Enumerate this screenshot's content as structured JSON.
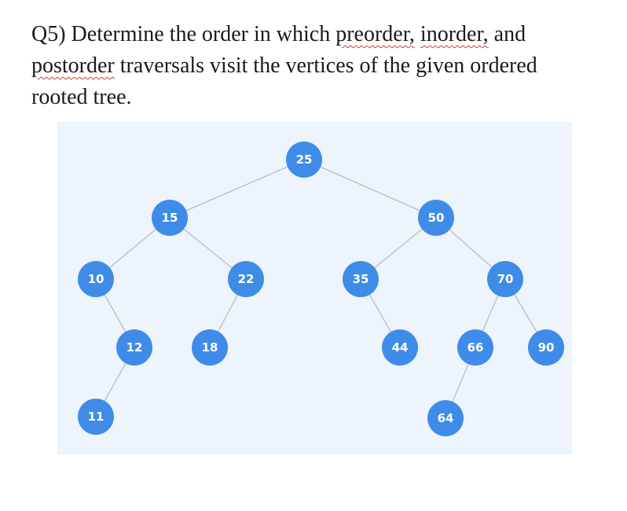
{
  "question": {
    "line1_before": "Q5) Determine the order in which ",
    "word_preorder": "preorder,",
    "line1_between": " ",
    "word_inorder": "inorder,",
    "line1_after": " and",
    "word_postorder": "postorder",
    "line2_after": " traversals visit the vertices of the given ordered",
    "line3": "rooted tree."
  },
  "tree": {
    "node_color": "#3f8ce8",
    "edge_color": "#b8bdc4",
    "background_color": "#eef4fb",
    "nodes": [
      {
        "id": "n25",
        "label": "25"
      },
      {
        "id": "n15",
        "label": "15"
      },
      {
        "id": "n50",
        "label": "50"
      },
      {
        "id": "n10",
        "label": "10"
      },
      {
        "id": "n22",
        "label": "22"
      },
      {
        "id": "n35",
        "label": "35"
      },
      {
        "id": "n70",
        "label": "70"
      },
      {
        "id": "n12",
        "label": "12"
      },
      {
        "id": "n18",
        "label": "18"
      },
      {
        "id": "n44",
        "label": "44"
      },
      {
        "id": "n66",
        "label": "66"
      },
      {
        "id": "n90",
        "label": "90"
      },
      {
        "id": "n11",
        "label": "11"
      },
      {
        "id": "n64",
        "label": "64"
      }
    ],
    "edges": [
      [
        "25",
        "15"
      ],
      [
        "25",
        "50"
      ],
      [
        "15",
        "10"
      ],
      [
        "15",
        "22"
      ],
      [
        "50",
        "35"
      ],
      [
        "50",
        "70"
      ],
      [
        "10",
        "12"
      ],
      [
        "22",
        "18"
      ],
      [
        "35",
        "44"
      ],
      [
        "70",
        "66"
      ],
      [
        "70",
        "90"
      ],
      [
        "12",
        "11"
      ],
      [
        "66",
        "64"
      ]
    ]
  }
}
